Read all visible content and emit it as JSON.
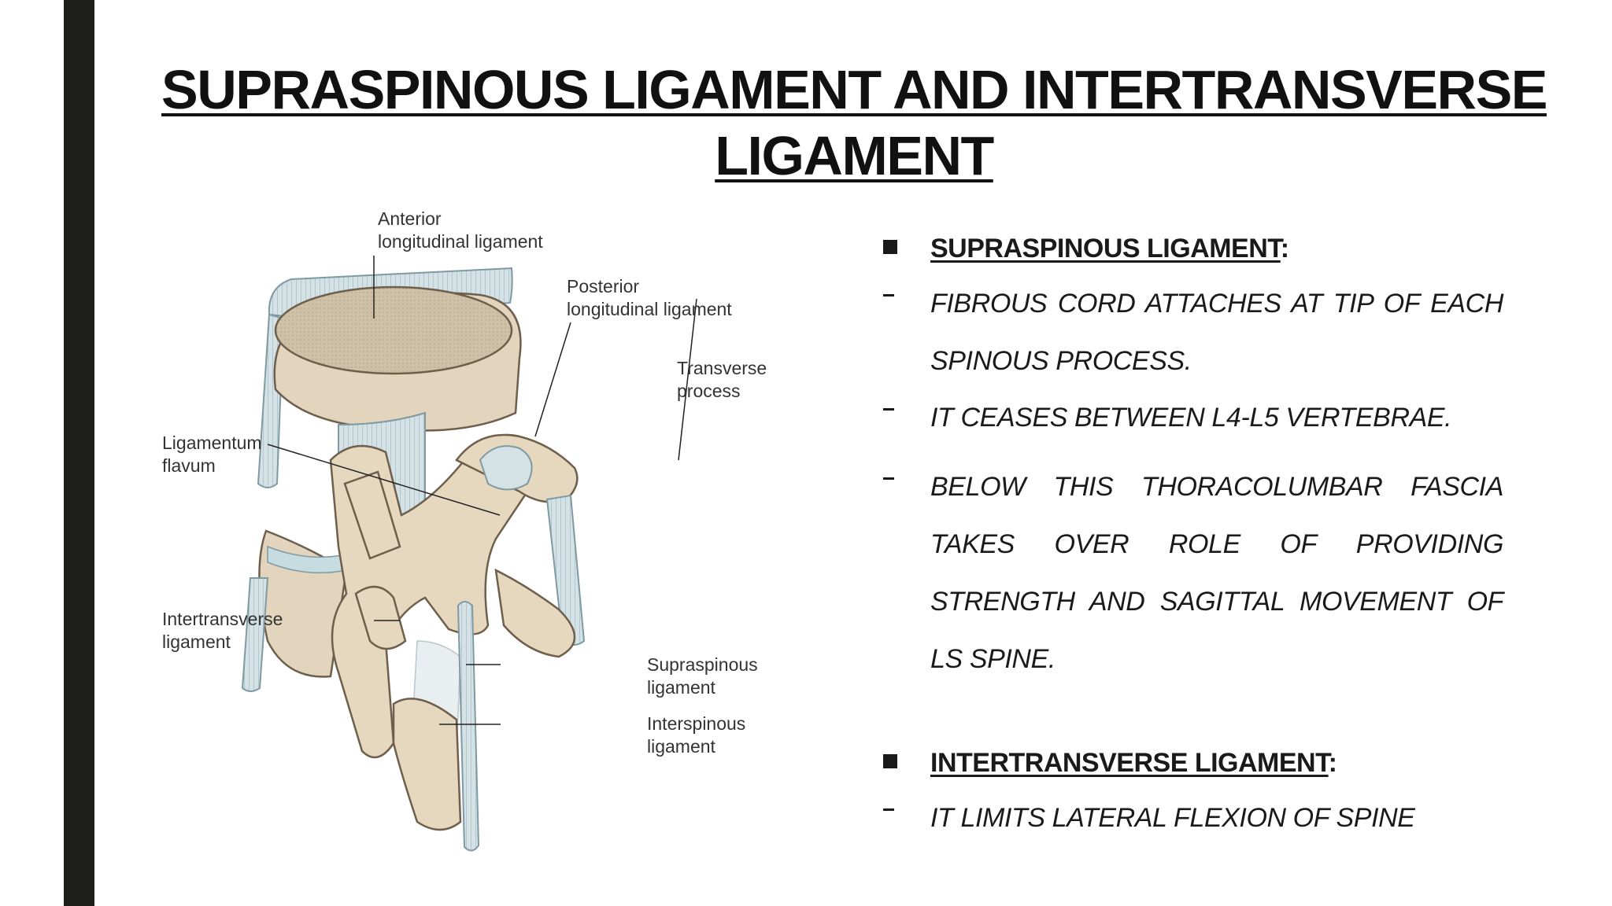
{
  "slide": {
    "title_line1": "SUPRASPINOUS LIGAMENT AND INTERTRANSVERSE",
    "title_line2": "LIGAMENT"
  },
  "figure": {
    "labels": {
      "anterior_1": "Anterior",
      "anterior_2": "longitudinal ligament",
      "posterior_1": "Posterior",
      "posterior_2": "longitudinal ligament",
      "transverse_1": "Transverse",
      "transverse_2": "process",
      "flavum_1": "Ligamentum",
      "flavum_2": "flavum",
      "intertransverse_1": "Intertransverse",
      "intertransverse_2": "ligament",
      "supraspinous_1": "Supraspinous",
      "supraspinous_2": "ligament",
      "interspinous_1": "Interspinous",
      "interspinous_2": "ligament"
    }
  },
  "content": {
    "section1": {
      "heading": "SUPRASPINOUS LIGAMENT",
      "colon": ":",
      "points": [
        "FIBROUS CORD ATTACHES AT TIP OF EACH SPINOUS PROCESS.",
        "IT CEASES BETWEEN L4-L5 VERTEBRAE.",
        "BELOW THIS THORACOLUMBAR FASCIA TAKES OVER ROLE OF PROVIDING STRENGTH AND SAGITTAL MOVEMENT OF LS SPINE."
      ]
    },
    "section2": {
      "heading": "INTERTRANSVERSE LIGAMENT",
      "colon": ":",
      "points": [
        "IT LIMITS LATERAL FLEXION OF SPINE"
      ]
    }
  }
}
